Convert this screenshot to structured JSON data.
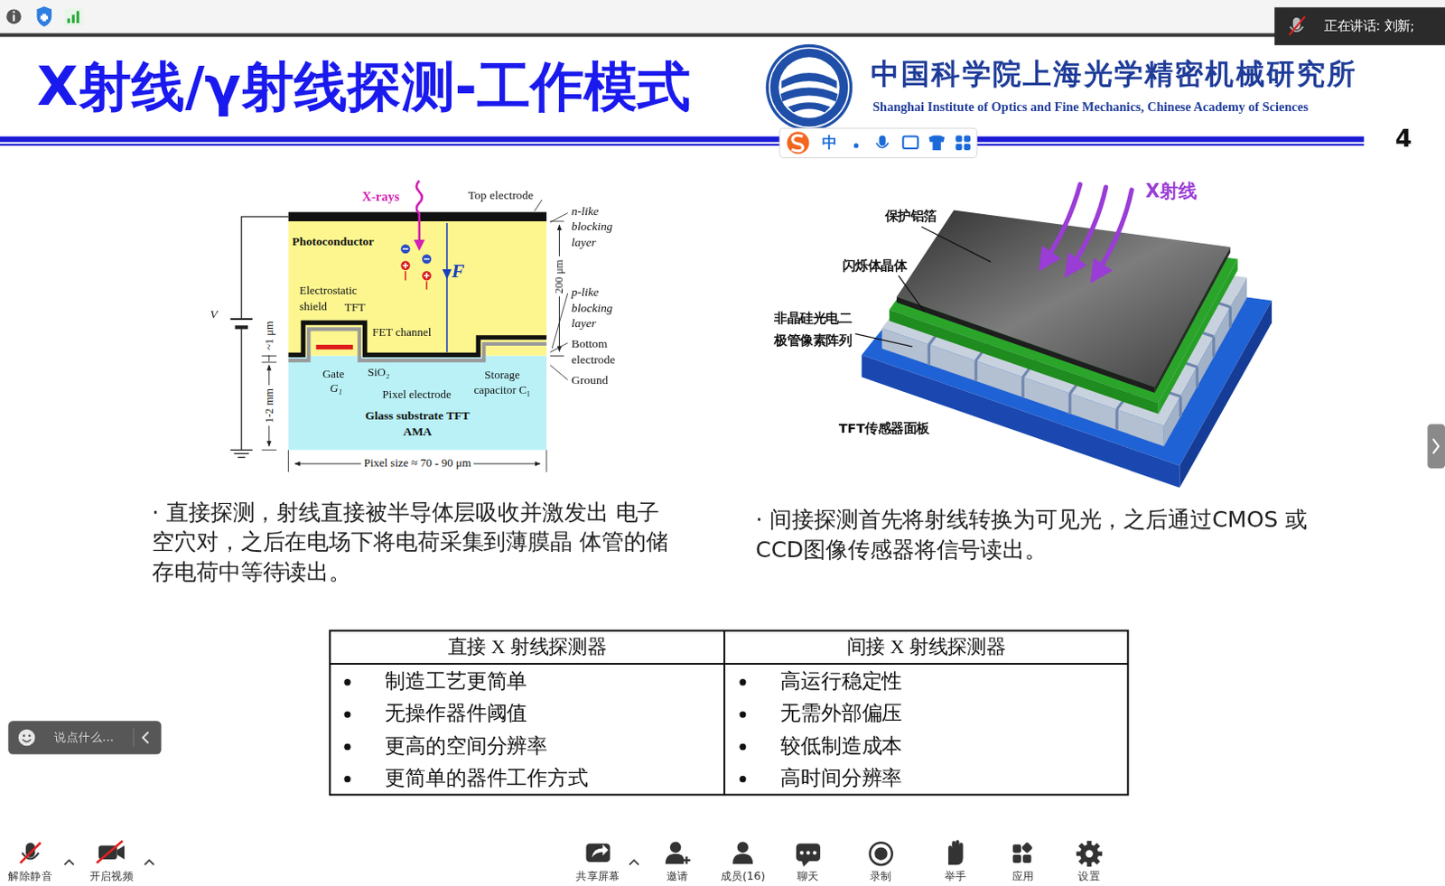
{
  "diagram": {
    "title": "X射线/γ射线探测-工作模式",
    "nodes": [
      {
        "text": [
          "正在讲话: 刘新;"
        ]
      },
      {
        "text": [
          "Photoconductor"
        ]
      },
      {
        "text": [
          "Glass substrate TFT AMA"
        ]
      },
      {
        "text": [
          "说点什么..."
        ]
      }
    ],
    "labels": [
      "中国科学院上海光学精密机械研究所",
      "Shanghai Institute of Optics and Fine Mechanics, Chinese Academy of Sciences",
      "4",
      "中",
      "X-rays",
      "Top electrode",
      "n-like blocking layer",
      "F",
      "200 μm",
      "p-like blocking layer",
      "Bottom electrode",
      "Ground",
      "V",
      "~1 μm",
      "1-2 mm",
      "Electrostatic shield",
      "TFT",
      "FET channel",
      "Gate",
      "G₁",
      "SiO₂",
      "Pixel electrode",
      "Storage capacitor C₁",
      "Pixel size ≈ 70 - 90 μm",
      "X射线",
      "保护铝箔",
      "闪烁体晶体",
      "非晶硅光电二极管像素阵列",
      "TFT传感器面板",
      "· 直接探测，射线直接被半导体层吸收并激发出 电子空穴对，之后在电场下将电荷采集到薄膜晶 体管的储存电荷中等待读出。",
      "· 间接探测首先将射线转换为可见光，之后通过CMOS 或CCD图像传感器将信号读出。",
      "直接 X 射线探测器",
      "间接 X 射线探测器",
      "制造工艺更简单",
      "无操作器件阈值",
      "更高的空间分辨率",
      "更简单的器件工作方式",
      "高运行稳定性",
      "无需外部偏压",
      "较低制造成本",
      "高时间分辨率",
      "解除静音",
      "开启视频",
      "共享屏幕",
      "邀请",
      "成员(16)",
      "聊天",
      "录制",
      "举手",
      "应用",
      "设置"
    ]
  }
}
